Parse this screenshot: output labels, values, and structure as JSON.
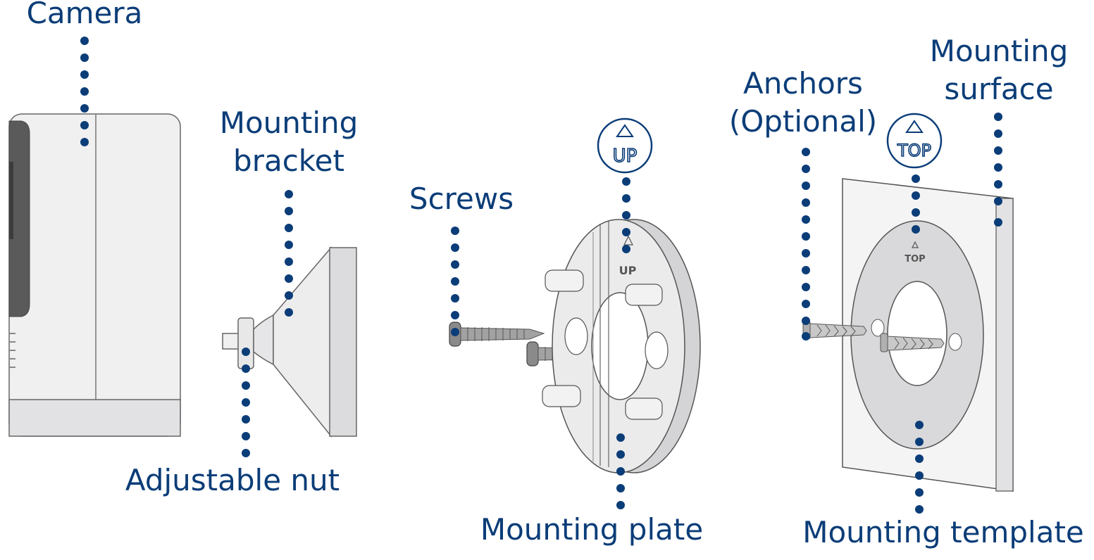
{
  "colors": {
    "label_text": "#0b3d78",
    "leader_dots": "#0b3d78",
    "part_fill": "#e9e9ea",
    "part_stroke": "#555555",
    "camera_lens": "#5a5a5a"
  },
  "labels": {
    "camera": "Camera",
    "mounting_bracket_line1": "Mounting",
    "mounting_bracket_line2": "bracket",
    "adjustable_nut": "Adjustable nut",
    "screws": "Screws",
    "mounting_plate": "Mounting plate",
    "anchors_line1": "Anchors",
    "anchors_line2": "(Optional)",
    "mounting_surface_line1": "Mounting",
    "mounting_surface_line2": "surface",
    "mounting_template": "Mounting template"
  },
  "badges": {
    "plate_badge_text": "UP",
    "template_badge_text": "TOP"
  },
  "part_markings": {
    "plate_marking": "UP",
    "template_marking": "TOP"
  },
  "icons": {
    "badge_arrow": "triangle-up-icon"
  }
}
